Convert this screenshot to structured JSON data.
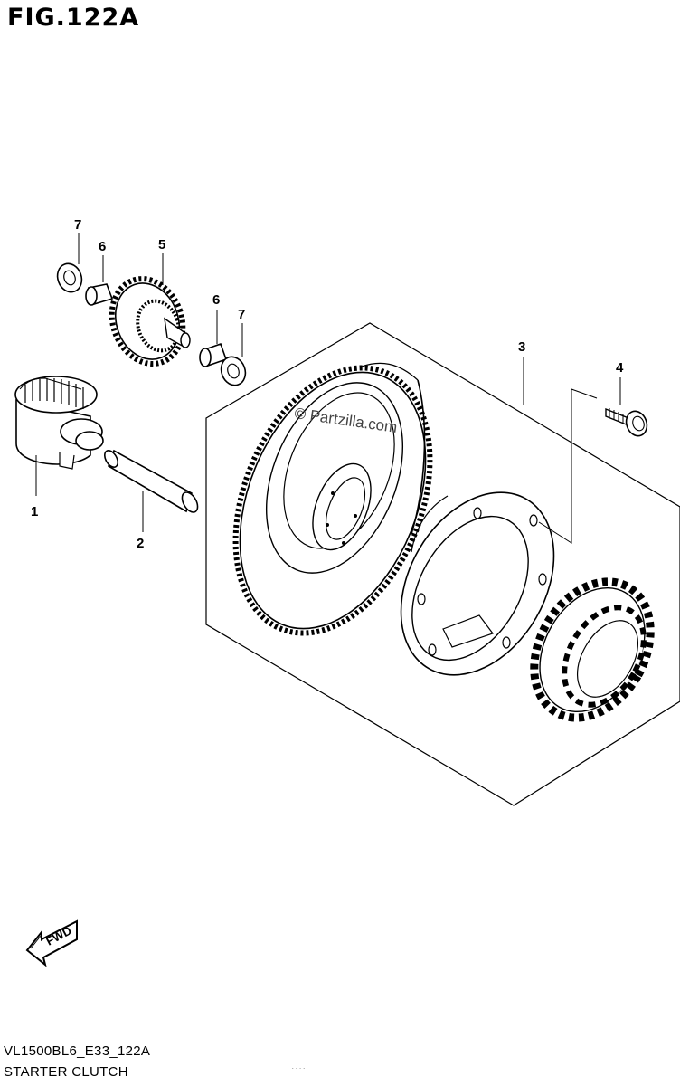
{
  "figure": {
    "title": "FIG.122A",
    "code": "VL1500BL6_E33_122A",
    "caption": "STARTER CLUTCH",
    "fine_print": "...."
  },
  "watermark": "© Partzilla.com",
  "fwd_label": "FWD",
  "parts": [
    {
      "id": "7a",
      "label": "7"
    },
    {
      "id": "6a",
      "label": "6"
    },
    {
      "id": "5",
      "label": "5"
    },
    {
      "id": "6b",
      "label": "6"
    },
    {
      "id": "7b",
      "label": "7"
    },
    {
      "id": "3",
      "label": "3"
    },
    {
      "id": "4",
      "label": "4"
    },
    {
      "id": "1",
      "label": "1"
    },
    {
      "id": "2",
      "label": "2"
    }
  ],
  "colors": {
    "ink": "#000000",
    "paper": "#ffffff"
  }
}
